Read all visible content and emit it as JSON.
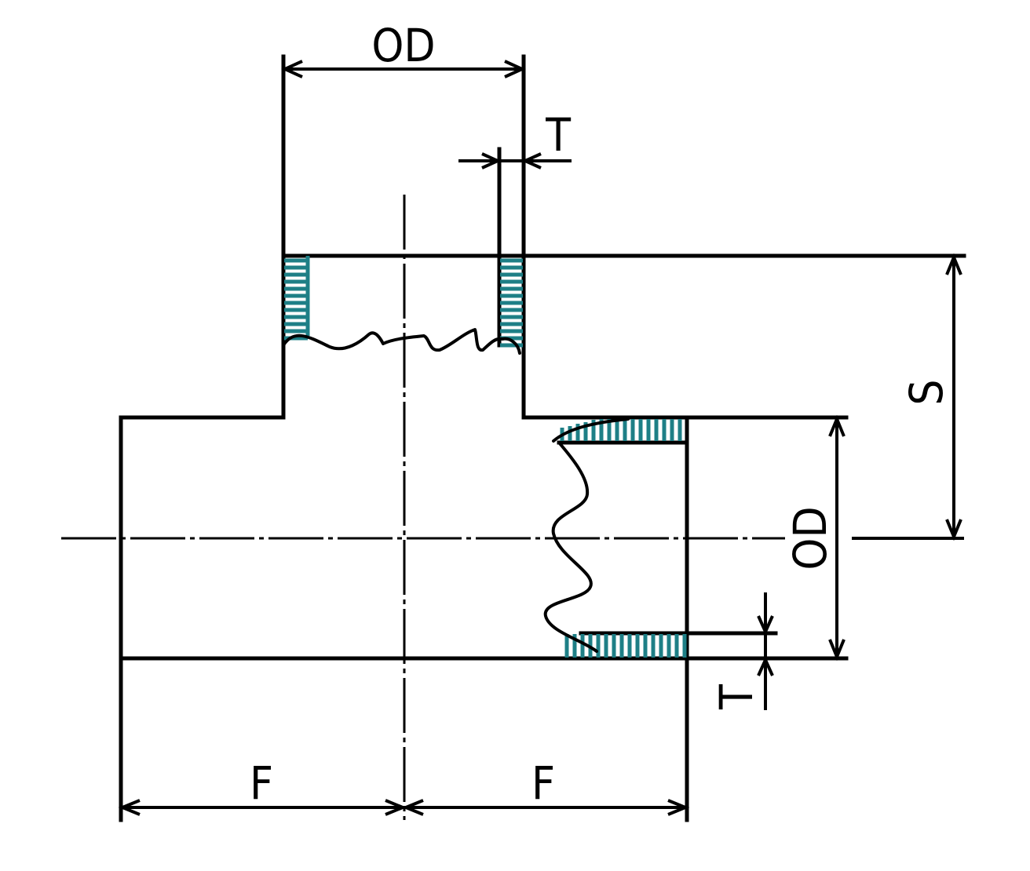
{
  "diagram": {
    "labels": {
      "branch_od": "OD",
      "branch_wall": "T",
      "run_od": "OD",
      "run_wall": "T",
      "center_to_end": "S",
      "face_left": "F",
      "face_right": "F"
    },
    "colors": {
      "outline": "#000000",
      "hatch": "#1e7f86",
      "background": "#ffffff"
    }
  }
}
